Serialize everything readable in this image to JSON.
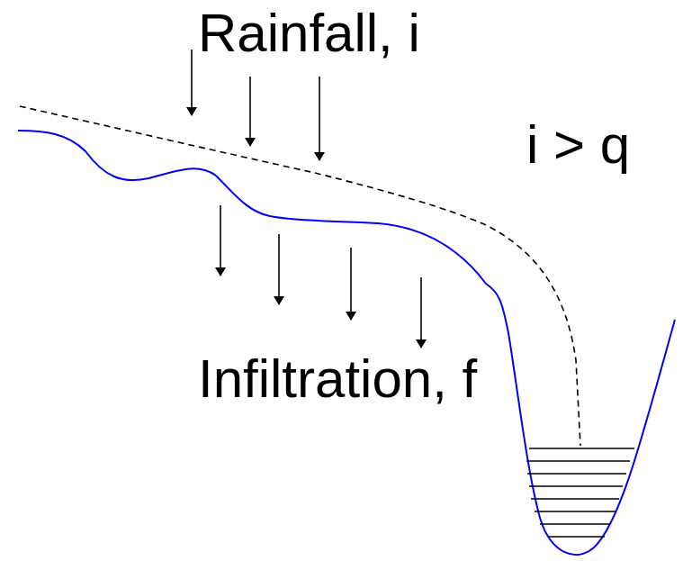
{
  "diagram": {
    "labels": [
      "Rainfall, i",
      "i > q",
      "Infiltration, f"
    ]
  }
}
